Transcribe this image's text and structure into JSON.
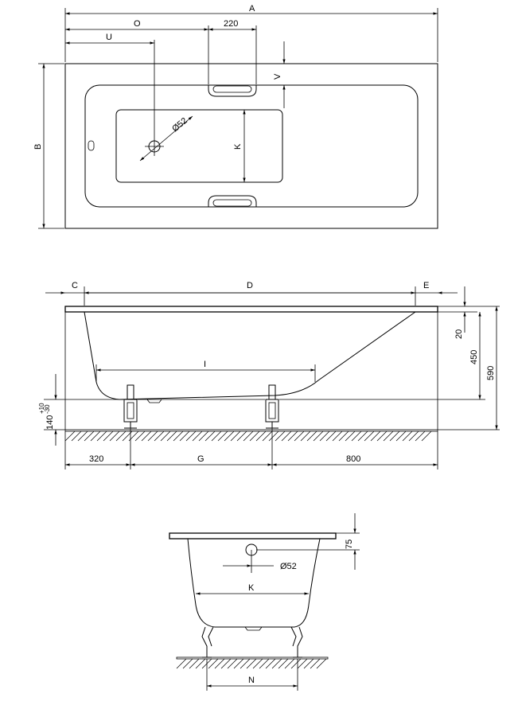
{
  "top_view": {
    "label_a": "A",
    "label_o": "O",
    "label_220": "220",
    "label_u": "U",
    "label_v": "V",
    "label_b": "B",
    "label_k": "K",
    "label_d52": "Ø52"
  },
  "side_view": {
    "label_c": "C",
    "label_d": "D",
    "label_e": "E",
    "label_20": "20",
    "label_450": "450",
    "label_590": "590",
    "label_i": "I",
    "label_140": "140",
    "label_tol_plus": "+10",
    "label_tol_minus": "-30",
    "label_320": "320",
    "label_g": "G",
    "label_800": "800"
  },
  "end_view": {
    "label_75": "75",
    "label_d52": "Ø52",
    "label_k": "K",
    "label_n": "N"
  }
}
